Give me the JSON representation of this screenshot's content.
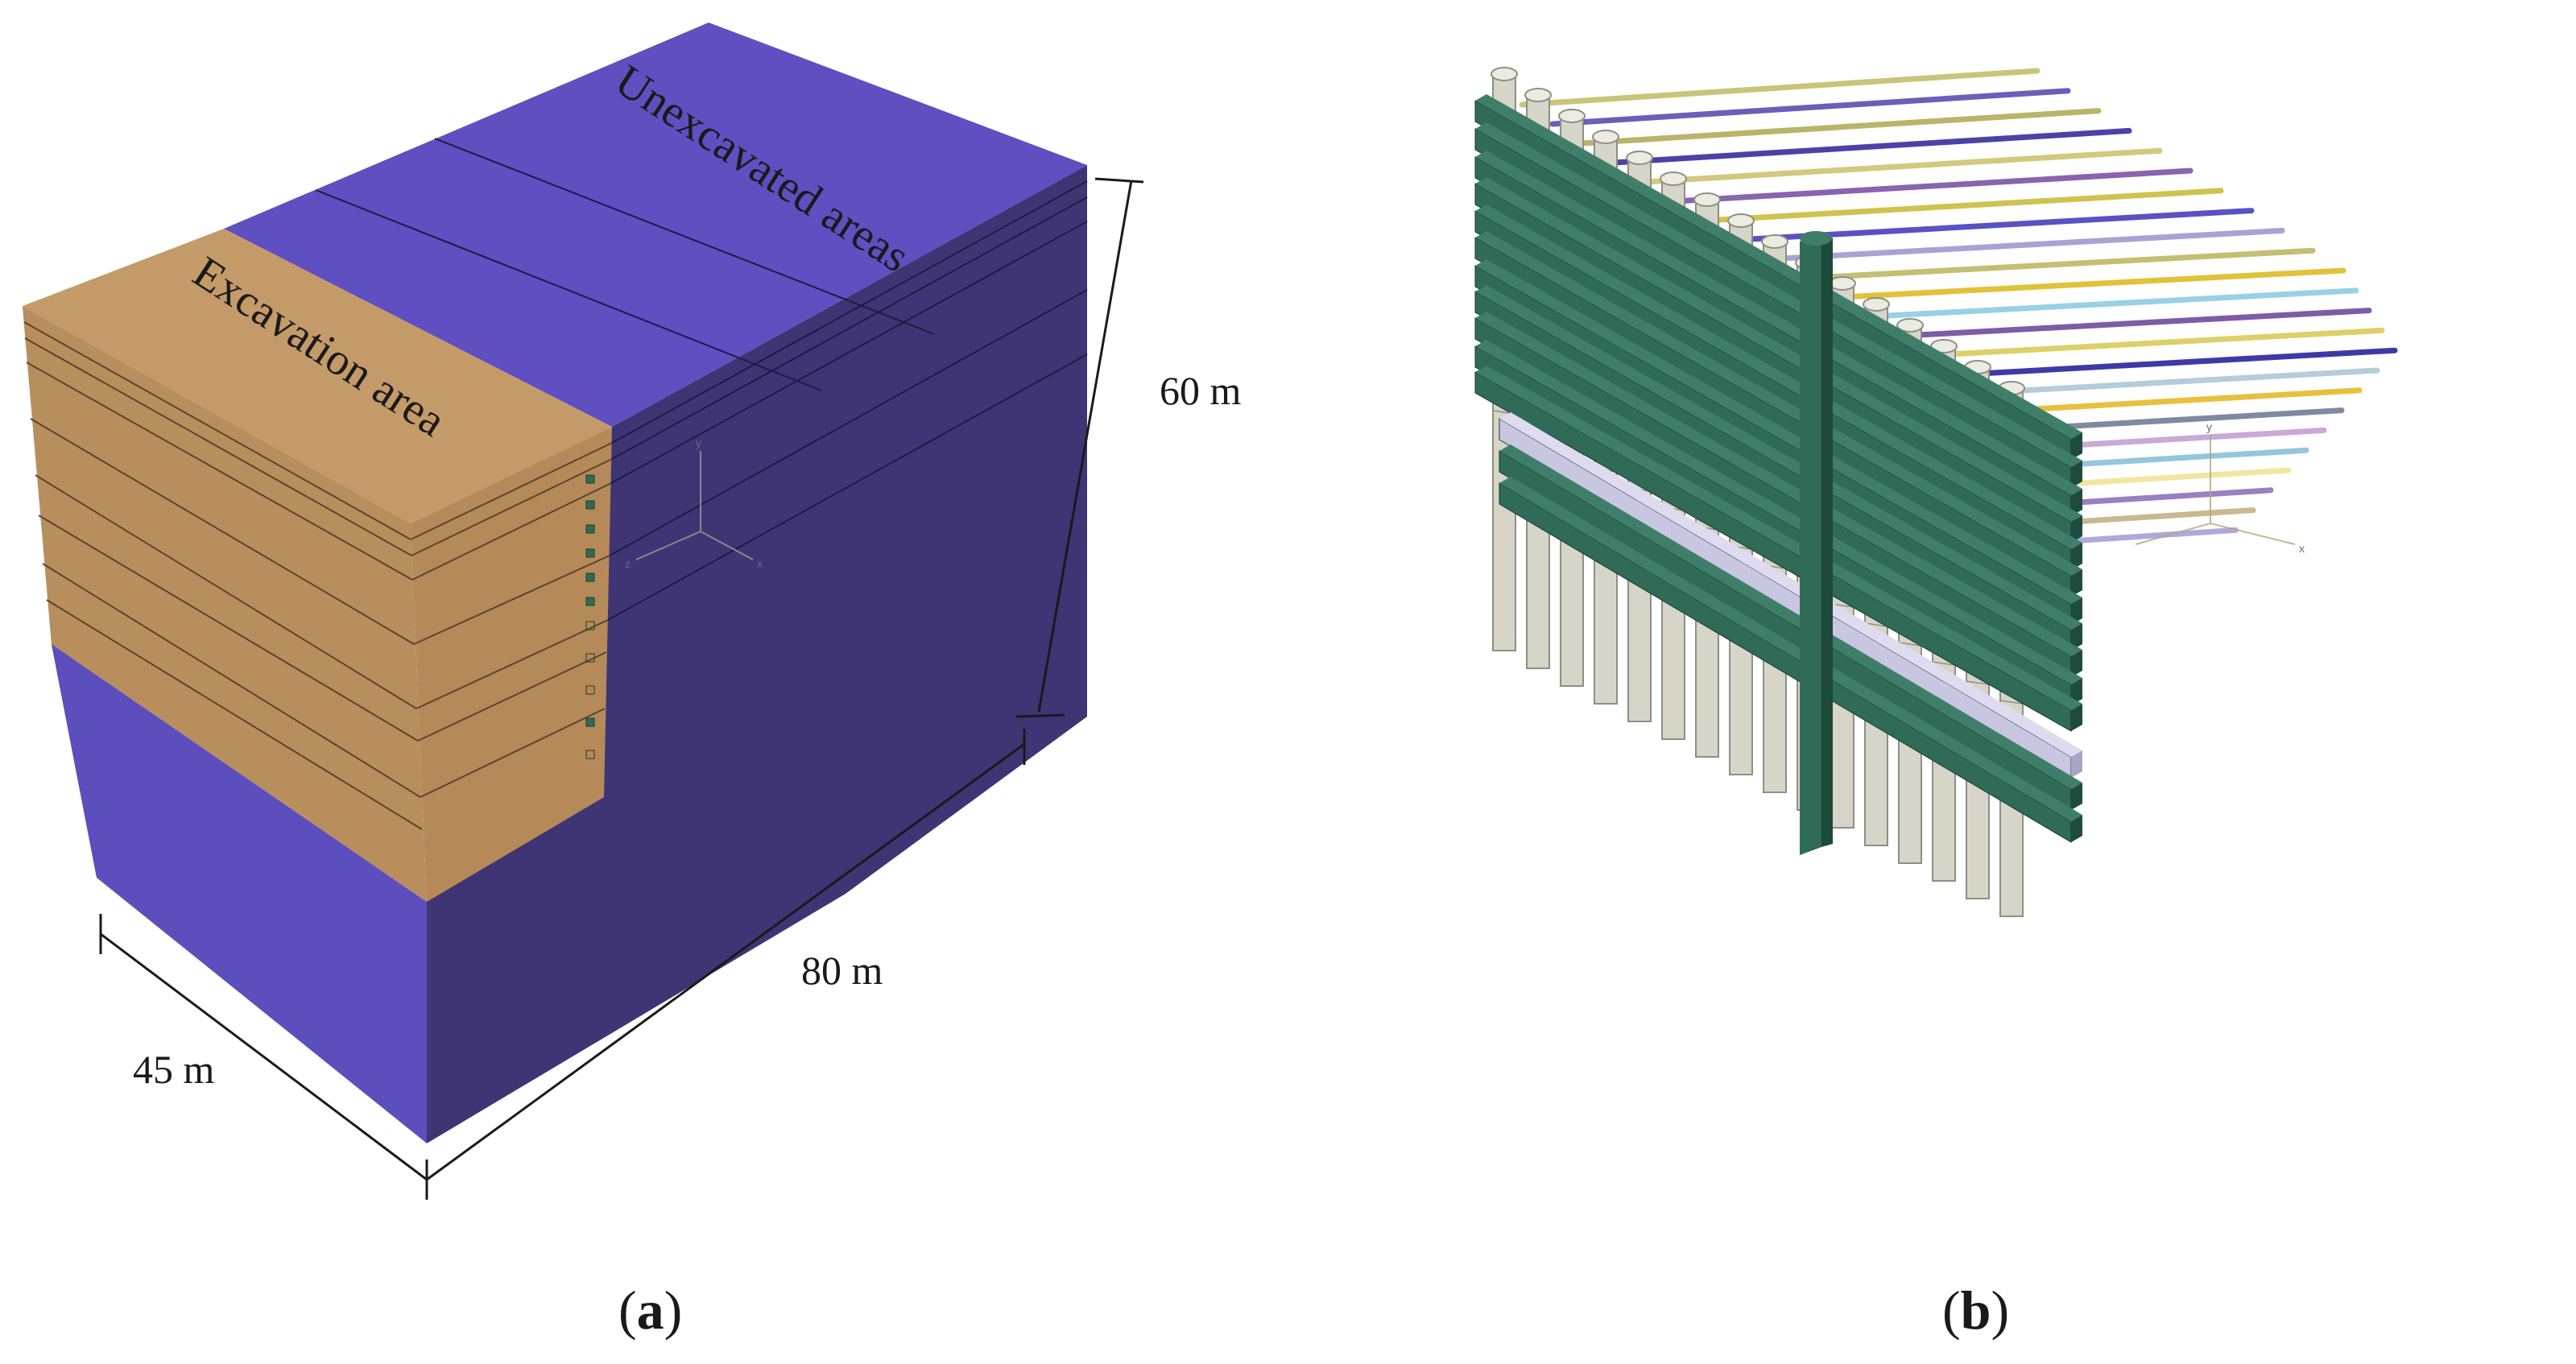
{
  "panel_a": {
    "region_excavated": "Excavation area",
    "region_unexcavated": "Unexcavated areas",
    "dim_height": "60 m",
    "dim_length": "80 m",
    "dim_width": "45 m",
    "axis_labels": {
      "y": "y",
      "x": "x",
      "z": "z"
    },
    "colors": {
      "soil": "#5f4fc0",
      "soil_dark": "#3e3576",
      "excavation": "#bd9464",
      "excavation_side": "#a98050"
    }
  },
  "panel_b": {
    "axis_labels": {
      "y": "y",
      "x": "x"
    },
    "colors": {
      "waler": "#2f6b57",
      "pile": "#d9d8cc",
      "cap_beam": "#c9c6e2"
    }
  },
  "captions": {
    "a": {
      "open": "(",
      "letter": "a",
      "close": ")"
    },
    "b": {
      "open": "(",
      "letter": "b",
      "close": ")"
    }
  }
}
